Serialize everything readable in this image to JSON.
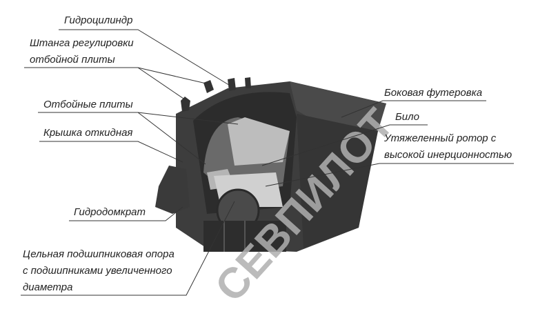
{
  "labels": {
    "hydrocylinder": "Гидроцилиндр",
    "rod_line1": "Штанга регулировки",
    "rod_line2": "отбойной плиты",
    "impact_plates": "Отбойные плиты",
    "hinged_cover": "Крышка откидная",
    "hydrojack": "Гидродомкрат",
    "bearing_line1": "Цельная подшипниковая опора",
    "bearing_line2": "с подшипниками увеличенного",
    "bearing_line3": "диаметра",
    "side_lining": "Боковая футеровка",
    "blow_bar": "Било",
    "rotor_line1": "Утяжеленный ротор с",
    "rotor_line2": "высокой инерционностью"
  },
  "watermark": "СЕВПИЛОТ",
  "colors": {
    "machine": "#3b3b3b",
    "machine_dark": "#2a2a2a",
    "plates": "#c8c8c8",
    "leader": "#333333",
    "watermark": "#b0b0b0"
  }
}
